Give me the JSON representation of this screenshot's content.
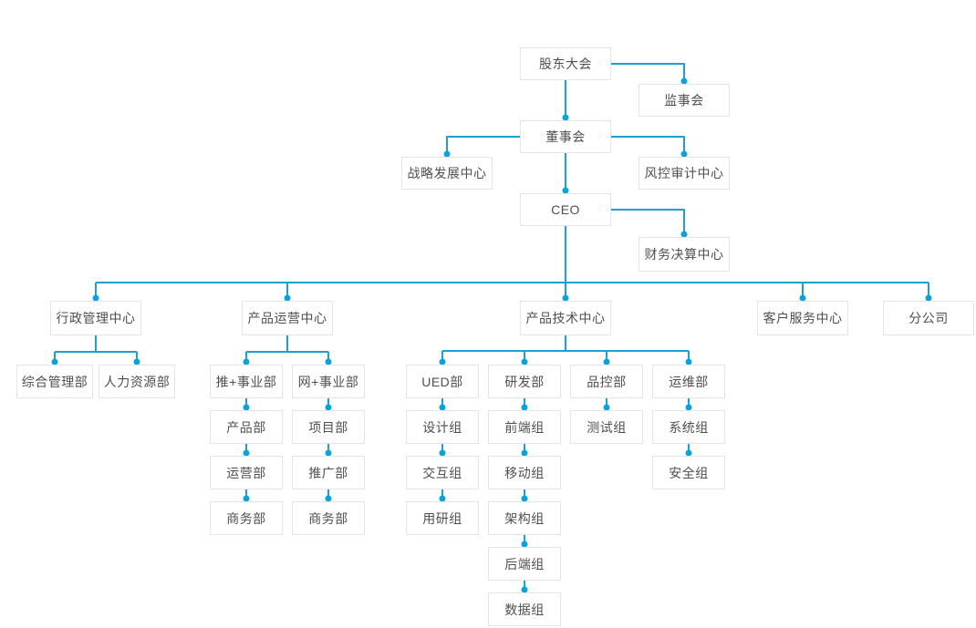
{
  "colors": {
    "line": "#1c9fd6",
    "dot": "#0aa2da",
    "box_border": "#e4e4e4",
    "box_bg": "#ffffff",
    "text": "#4f4f4f",
    "background": "#ffffff"
  },
  "org": {
    "nodes": [
      {
        "id": "shareholders-meeting",
        "label": "股东大会"
      },
      {
        "id": "supervisory-board",
        "label": "监事会"
      },
      {
        "id": "board-of-directors",
        "label": "董事会"
      },
      {
        "id": "strategy-development-center",
        "label": "战略发展中心"
      },
      {
        "id": "risk-audit-center",
        "label": "风控审计中心"
      },
      {
        "id": "ceo",
        "label": "CEO"
      },
      {
        "id": "financial-settlement-center",
        "label": "财务决算中心"
      },
      {
        "id": "admin-management-center",
        "label": "行政管理中心"
      },
      {
        "id": "product-operations-center",
        "label": "产品运营中心"
      },
      {
        "id": "product-technology-center",
        "label": "产品技术中心"
      },
      {
        "id": "customer-service-center",
        "label": "客户服务中心"
      },
      {
        "id": "branch-company",
        "label": "分公司"
      },
      {
        "id": "general-management-dept",
        "label": "综合管理部"
      },
      {
        "id": "human-resources-dept",
        "label": "人力资源部"
      },
      {
        "id": "tui-business-division",
        "label": "推+事业部"
      },
      {
        "id": "wang-business-division",
        "label": "网+事业部"
      },
      {
        "id": "ued-dept",
        "label": "UED部"
      },
      {
        "id": "rd-dept",
        "label": "研发部"
      },
      {
        "id": "quality-control-dept",
        "label": "品控部"
      },
      {
        "id": "operations-maintenance-dept",
        "label": "运维部"
      },
      {
        "id": "product-dept",
        "label": "产品部"
      },
      {
        "id": "operations-dept",
        "label": "运营部"
      },
      {
        "id": "business-dept-tui",
        "label": "商务部"
      },
      {
        "id": "project-dept",
        "label": "项目部"
      },
      {
        "id": "promotion-dept",
        "label": "推广部"
      },
      {
        "id": "business-dept-wang",
        "label": "商务部"
      },
      {
        "id": "design-group",
        "label": "设计组"
      },
      {
        "id": "interaction-group",
        "label": "交互组"
      },
      {
        "id": "user-research-group",
        "label": "用研组"
      },
      {
        "id": "frontend-group",
        "label": "前端组"
      },
      {
        "id": "mobile-group",
        "label": "移动组"
      },
      {
        "id": "architecture-group",
        "label": "架构组"
      },
      {
        "id": "backend-group",
        "label": "后端组"
      },
      {
        "id": "data-group",
        "label": "数据组"
      },
      {
        "id": "testing-group",
        "label": "测试组"
      },
      {
        "id": "system-group",
        "label": "系统组"
      },
      {
        "id": "security-group",
        "label": "安全组"
      }
    ],
    "edges": [
      {
        "type": "down",
        "from": "shareholders-meeting",
        "to": "board-of-directors"
      },
      {
        "type": "side",
        "from": "shareholders-meeting",
        "to": "supervisory-board"
      },
      {
        "type": "side",
        "from": "board-of-directors",
        "to": "strategy-development-center"
      },
      {
        "type": "side",
        "from": "board-of-directors",
        "to": "risk-audit-center"
      },
      {
        "type": "down",
        "from": "board-of-directors",
        "to": "ceo"
      },
      {
        "type": "side",
        "from": "ceo",
        "to": "financial-settlement-center"
      },
      {
        "type": "bus",
        "from": "ceo",
        "to": [
          "admin-management-center",
          "product-operations-center",
          "product-technology-center",
          "customer-service-center",
          "branch-company"
        ]
      },
      {
        "type": "bus",
        "from": "admin-management-center",
        "to": [
          "general-management-dept",
          "human-resources-dept"
        ]
      },
      {
        "type": "bus",
        "from": "product-operations-center",
        "to": [
          "tui-business-division",
          "wang-business-division"
        ]
      },
      {
        "type": "bus",
        "from": "product-technology-center",
        "to": [
          "ued-dept",
          "rd-dept",
          "quality-control-dept",
          "operations-maintenance-dept"
        ]
      },
      {
        "type": "down",
        "from": "tui-business-division",
        "to": "product-dept"
      },
      {
        "type": "down",
        "from": "product-dept",
        "to": "operations-dept"
      },
      {
        "type": "down",
        "from": "operations-dept",
        "to": "business-dept-tui"
      },
      {
        "type": "down",
        "from": "wang-business-division",
        "to": "project-dept"
      },
      {
        "type": "down",
        "from": "project-dept",
        "to": "promotion-dept"
      },
      {
        "type": "down",
        "from": "promotion-dept",
        "to": "business-dept-wang"
      },
      {
        "type": "down",
        "from": "ued-dept",
        "to": "design-group"
      },
      {
        "type": "down",
        "from": "design-group",
        "to": "interaction-group"
      },
      {
        "type": "down",
        "from": "interaction-group",
        "to": "user-research-group"
      },
      {
        "type": "down",
        "from": "rd-dept",
        "to": "frontend-group"
      },
      {
        "type": "down",
        "from": "frontend-group",
        "to": "mobile-group"
      },
      {
        "type": "down",
        "from": "mobile-group",
        "to": "architecture-group"
      },
      {
        "type": "down",
        "from": "architecture-group",
        "to": "backend-group"
      },
      {
        "type": "down",
        "from": "backend-group",
        "to": "data-group"
      },
      {
        "type": "down",
        "from": "quality-control-dept",
        "to": "testing-group"
      },
      {
        "type": "down",
        "from": "operations-maintenance-dept",
        "to": "system-group"
      },
      {
        "type": "down",
        "from": "system-group",
        "to": "security-group"
      }
    ]
  }
}
